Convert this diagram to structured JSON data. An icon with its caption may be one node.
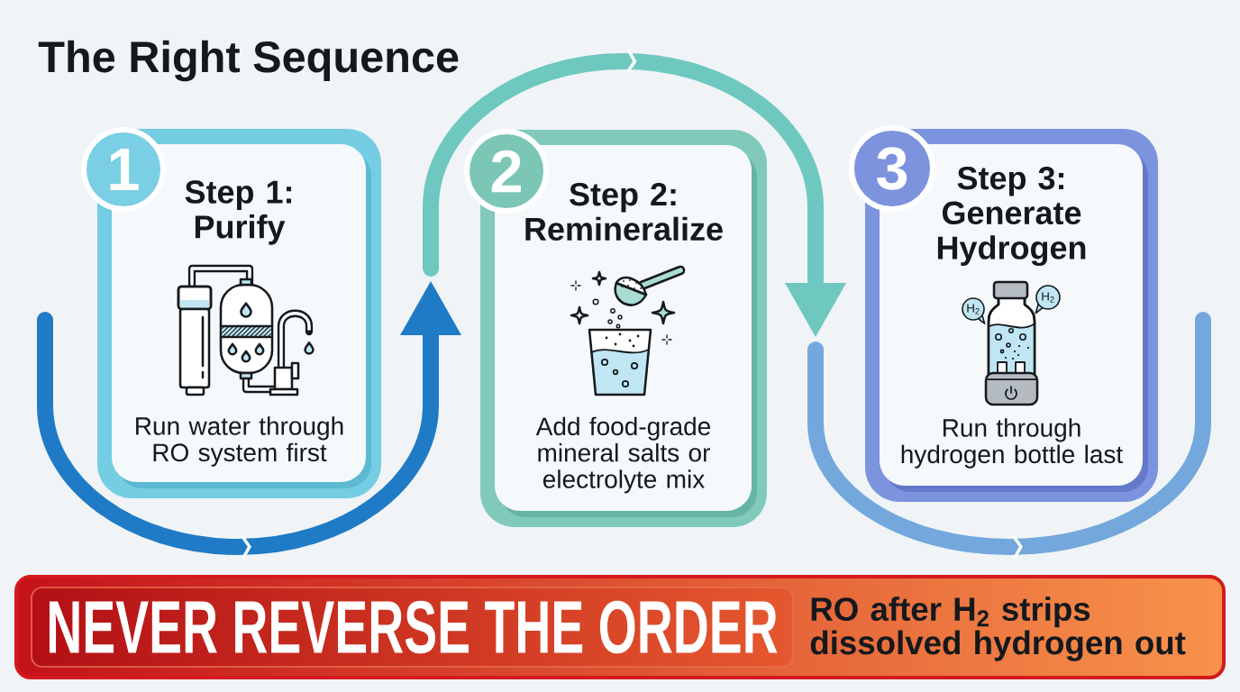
{
  "diagram": {
    "title": "The Right Sequence",
    "nodes": [
      {
        "text": [
          "1"
        ]
      },
      {
        "text": [
          "Step 1: Purify",
          "Run water through RO system first"
        ]
      },
      {
        "text": [
          "2"
        ]
      },
      {
        "text": [
          "Step 2: Remineralize",
          "Add food-grade mineral salts or electrolyte mix"
        ]
      },
      {
        "text": [
          "3"
        ]
      },
      {
        "text": [
          "Step 3: Generate Hydrogen",
          "Run through hydrogen bottle last"
        ]
      },
      {
        "text": [
          "H$_{2}$"
        ],
        "in": 5
      },
      {
        "text": [
          "H$_{2}$"
        ],
        "in": 5
      },
      {
        "text": [
          "RO after H$_{2}$ strips dissolved hydrogen out"
        ]
      },
      {
        "text": [
          "NEVER REVERSE THE ORDER"
        ],
        "in": 8
      }
    ]
  }
}
